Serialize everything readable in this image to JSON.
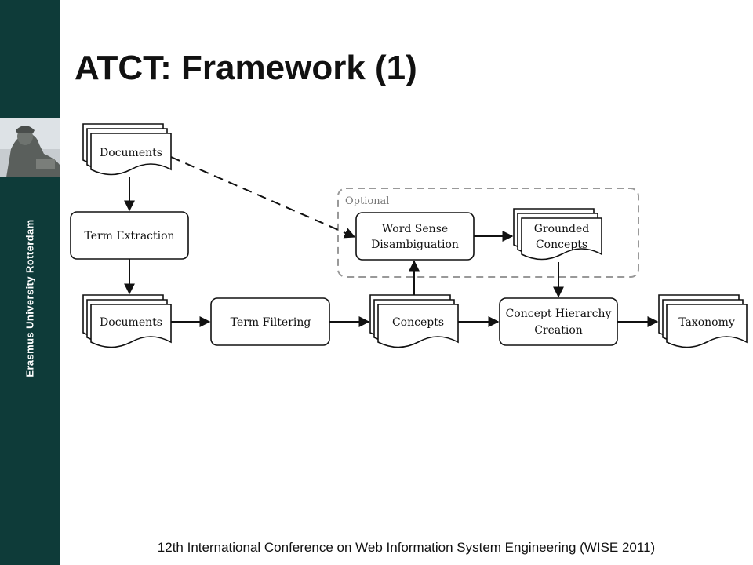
{
  "sidebar": {
    "university_name": "Erasmus University Rotterdam",
    "background_color": "#0e3b39",
    "portrait": "erasmus-statue-portrait"
  },
  "title": "ATCT: Framework (1)",
  "diagram": {
    "optional_label": "Optional",
    "nodes": {
      "documents_input": "Documents",
      "term_extraction": "Term Extraction",
      "documents_terms": "Documents",
      "term_filtering": "Term Filtering",
      "concepts": "Concepts",
      "word_sense_1": "Word Sense",
      "word_sense_2": "Disambiguation",
      "grounded_1": "Grounded",
      "grounded_2": "Concepts",
      "hierarchy_1": "Concept Hierarchy",
      "hierarchy_2": "Creation",
      "taxonomy": "Taxonomy"
    }
  },
  "footer": "12th International Conference on Web Information System Engineering (WISE 2011)"
}
